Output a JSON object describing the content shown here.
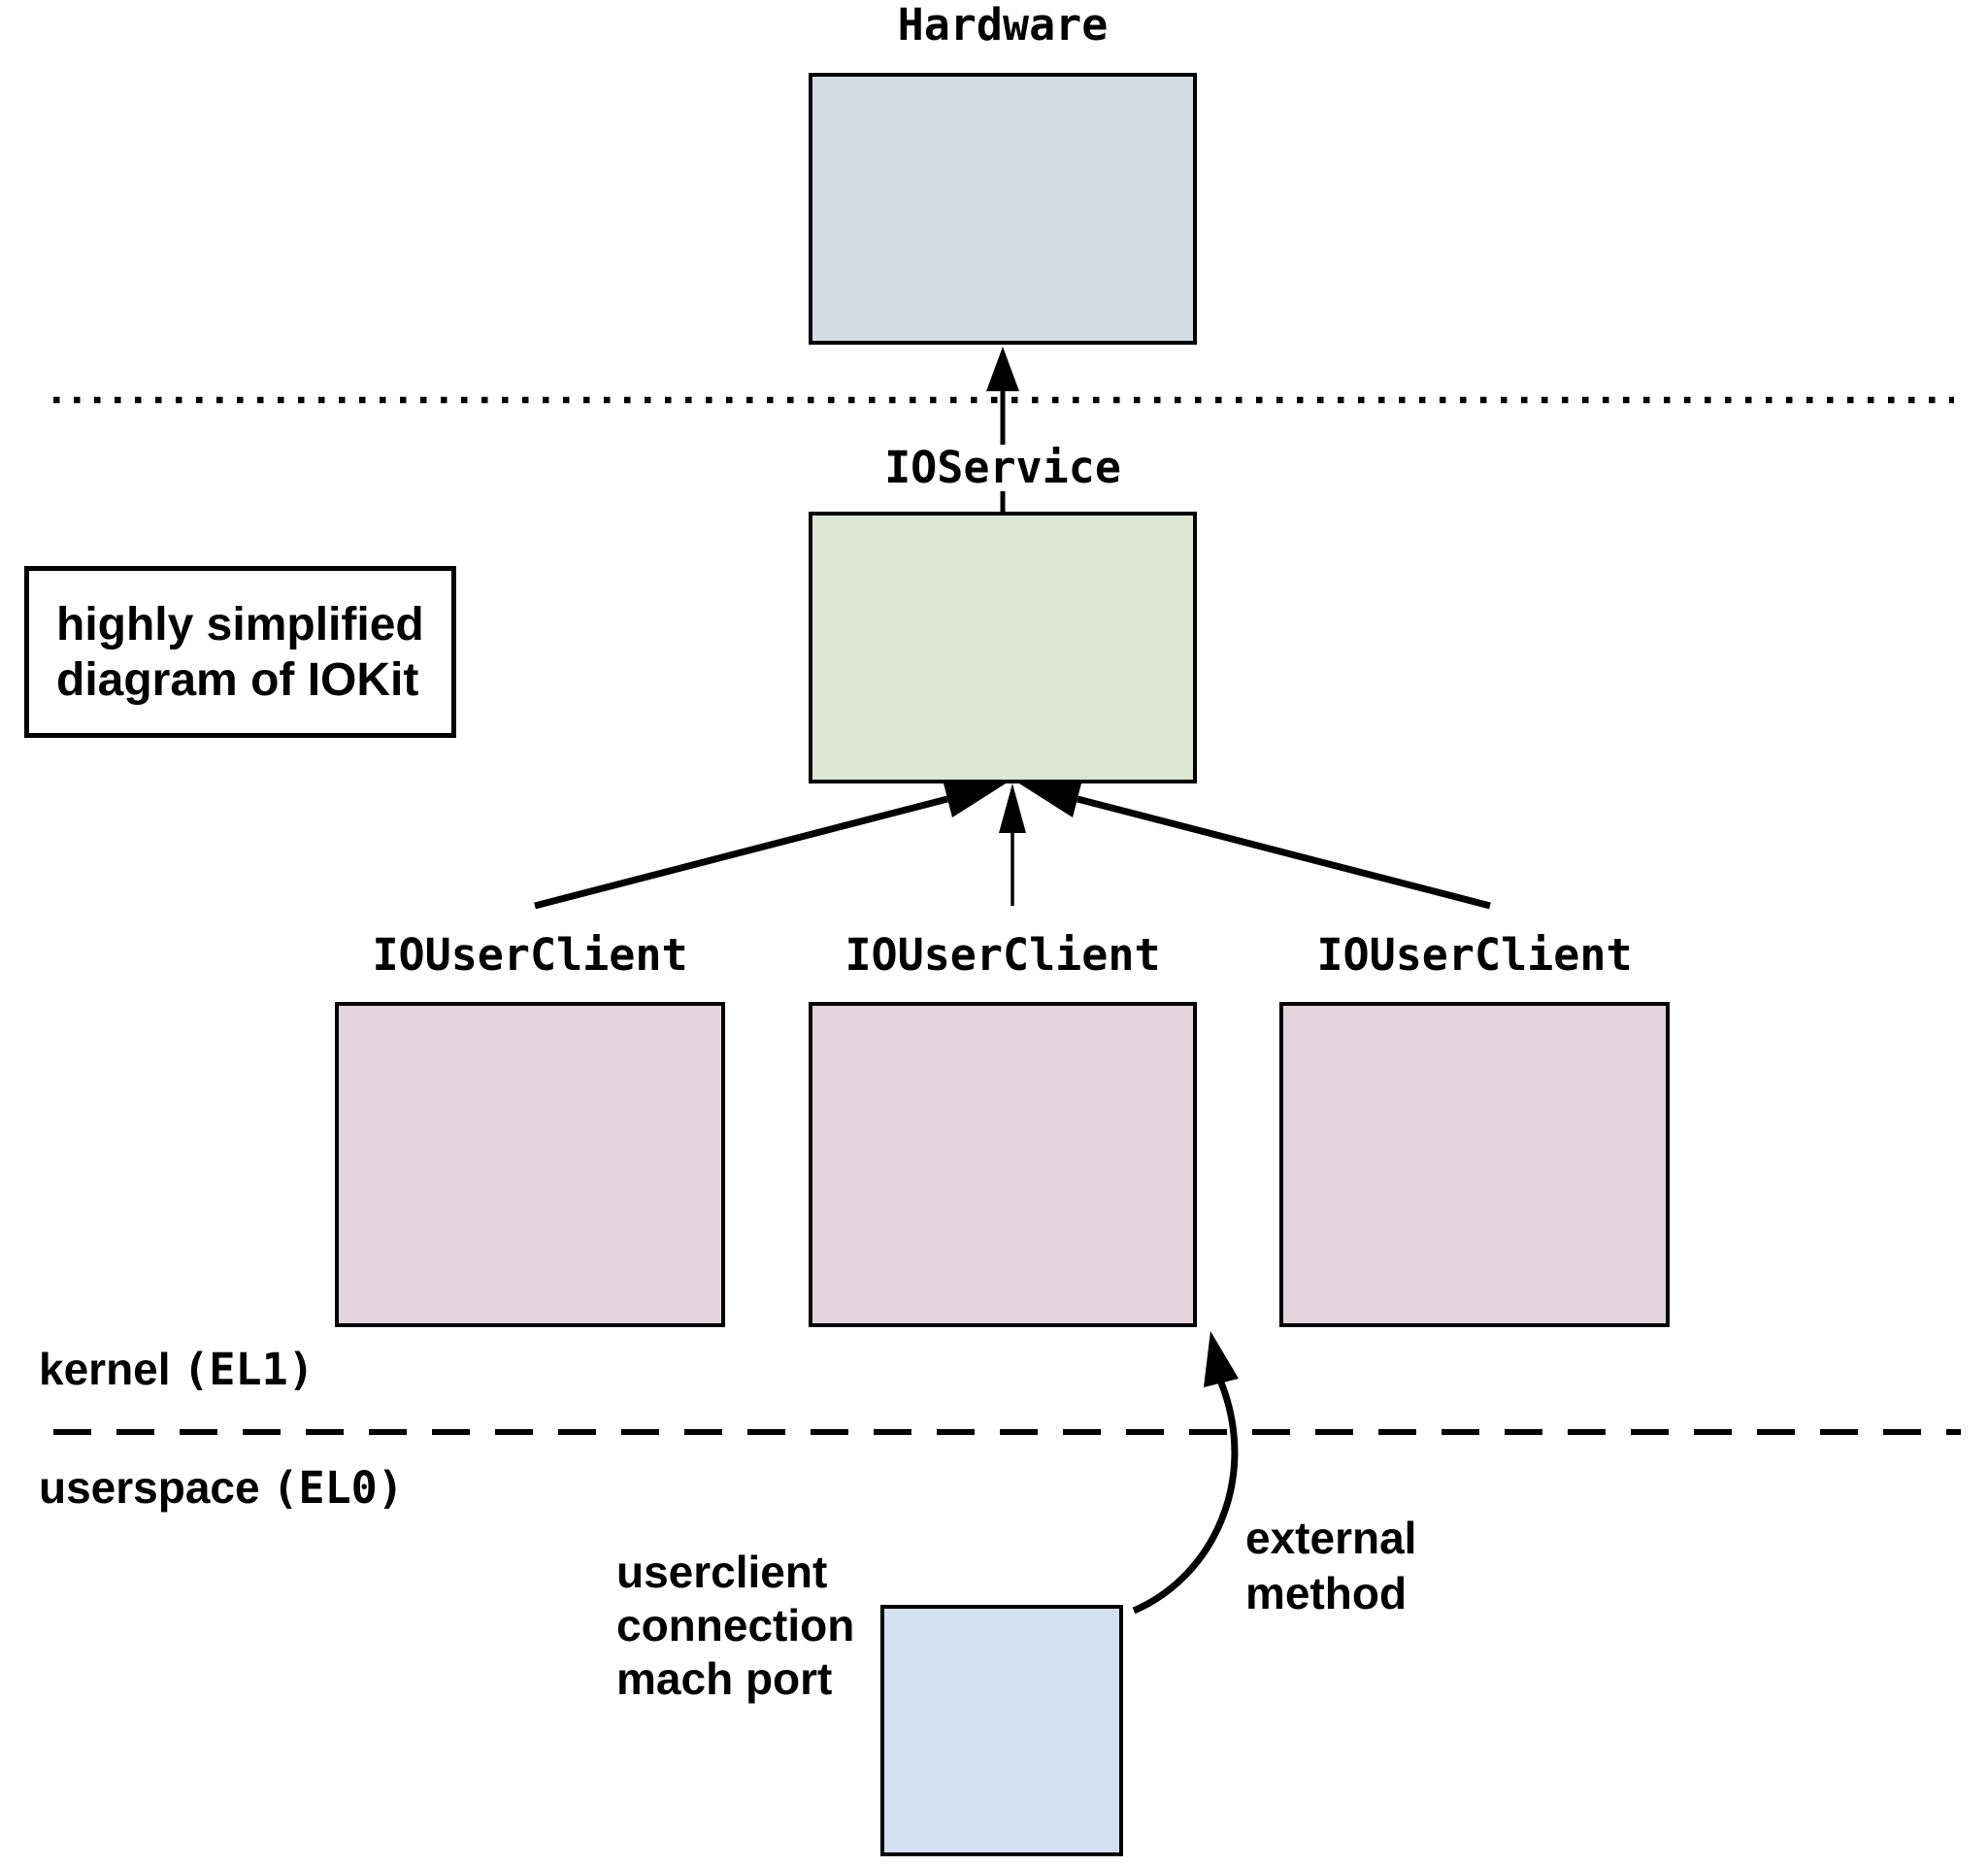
{
  "note": {
    "line1": "highly simplified",
    "line2": "diagram of IOKit"
  },
  "colors": {
    "hardware_fill": "#d3dde3",
    "ioservice_fill": "#dce8d4",
    "iouserclient_fill": "#e5d4dc",
    "machport_fill": "#d2e0f0",
    "line": "#000000"
  },
  "nodes": {
    "hardware": {
      "label": "Hardware"
    },
    "ioservice": {
      "label": "IOService"
    },
    "iouserclient_left": {
      "label": "IOUserClient"
    },
    "iouserclient_middle": {
      "label": "IOUserClient"
    },
    "iouserclient_right": {
      "label": "IOUserClient"
    }
  },
  "zones": {
    "kernel": {
      "name": "kernel",
      "level": "(EL1)"
    },
    "userspace": {
      "name": "userspace",
      "level": "(EL0)"
    }
  },
  "annotations": {
    "machport_caption": [
      "userclient",
      "connection",
      "mach port"
    ],
    "external_method": [
      "external",
      "method"
    ]
  },
  "edges": [
    {
      "from": "IOService",
      "to": "Hardware",
      "style": "straight-arrow"
    },
    {
      "from": "IOUserClient-left",
      "to": "IOService",
      "style": "straight-arrow"
    },
    {
      "from": "IOUserClient-middle",
      "to": "IOService",
      "style": "straight-arrow"
    },
    {
      "from": "IOUserClient-right",
      "to": "IOService",
      "style": "straight-arrow"
    },
    {
      "from": "userclient-connection-mach-port",
      "to": "IOUserClient-middle",
      "style": "curved-arrow",
      "label": "external method"
    }
  ],
  "boundaries": [
    {
      "name": "hardware-boundary",
      "style": "dotted"
    },
    {
      "name": "kernel-userspace-boundary",
      "style": "dashed"
    }
  ]
}
